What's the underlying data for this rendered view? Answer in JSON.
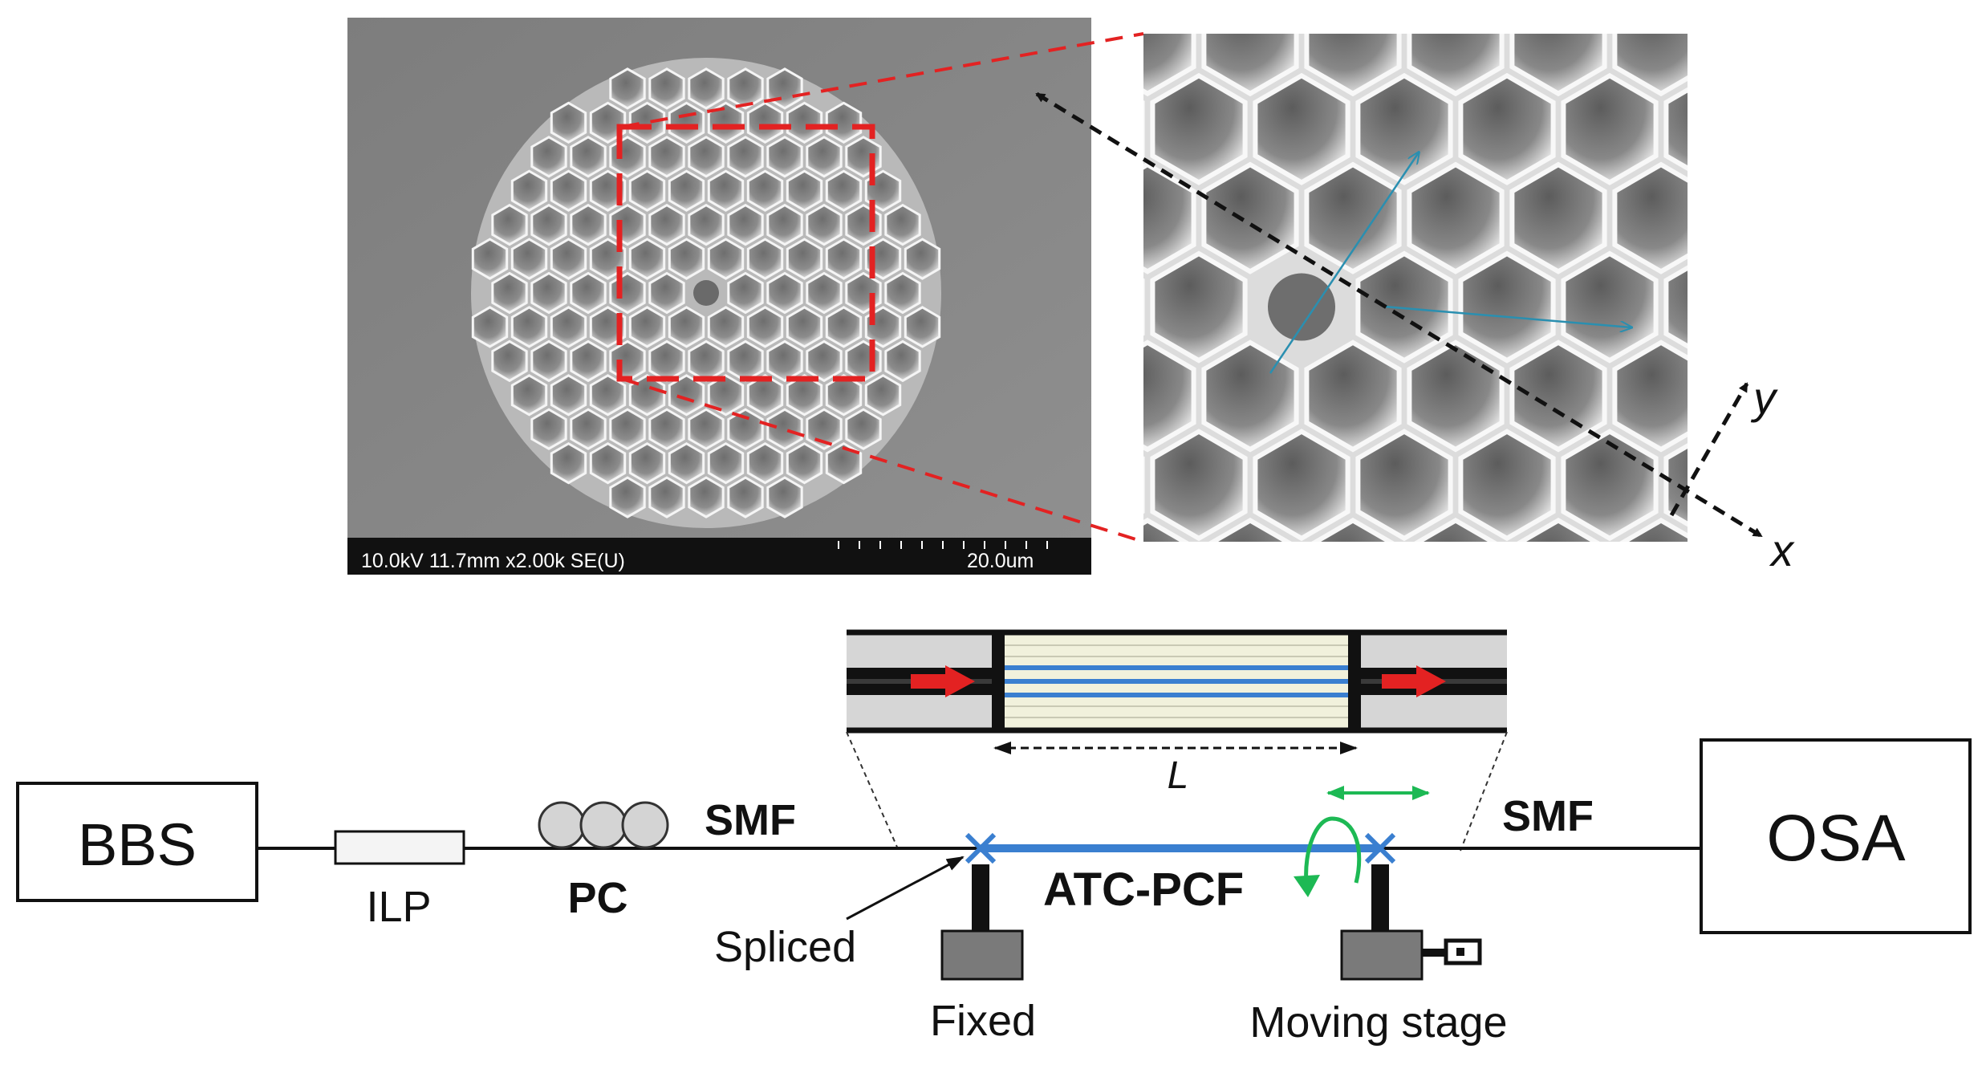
{
  "sem": {
    "info_bar_text": "10.0kV 11.7mm x2.00k SE(U)",
    "scale_text": "20.0um"
  },
  "axes": {
    "y_label": "y",
    "x_label": "x"
  },
  "setup": {
    "bbs_label": "BBS",
    "ilp_label": "ILP",
    "pc_label": "PC",
    "smf_left_label": "SMF",
    "smf_right_label": "SMF",
    "osa_label": "OSA",
    "pcf_label": "ATC-PCF",
    "spliced_label": "Spliced",
    "fixed_label": "Fixed",
    "moving_label": "Moving stage",
    "length_label": "L"
  },
  "colors": {
    "fiber_blue": "#3a7fd0",
    "guide_red": "#e32222",
    "motion_green": "#1db954",
    "sem_background": "#8a8a8a",
    "stage_gray": "#7a7a7a"
  }
}
